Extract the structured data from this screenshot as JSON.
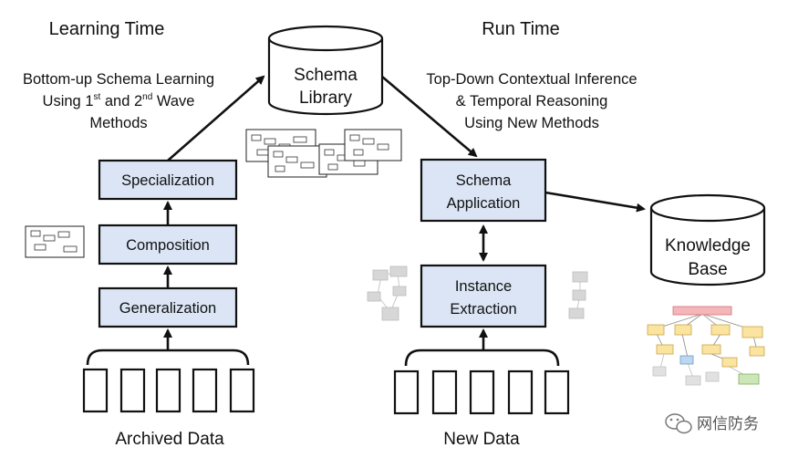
{
  "headers": {
    "learning_time": "Learning Time",
    "run_time": "Run Time"
  },
  "learning_desc": {
    "line1": "Bottom-up Schema Learning",
    "line2_pre": "Using 1",
    "line2_sup1": "st",
    "line2_mid": " and 2",
    "line2_sup2": "nd",
    "line2_post": " Wave",
    "line3": "Methods"
  },
  "runtime_desc": {
    "line1": "Top-Down Contextual Inference",
    "line2": "& Temporal Reasoning",
    "line3": "Using New Methods"
  },
  "schema_library": {
    "line1": "Schema",
    "line2": "Library"
  },
  "knowledge_base": {
    "line1": "Knowledge",
    "line2": "Base"
  },
  "learning_steps": {
    "specialization": "Specialization",
    "composition": "Composition",
    "generalization": "Generalization"
  },
  "runtime_steps": {
    "schema_application_l1": "Schema",
    "schema_application_l2": "Application",
    "instance_extraction_l1": "Instance",
    "instance_extraction_l2": "Extraction"
  },
  "data_labels": {
    "archived": "Archived Data",
    "new": "New Data"
  },
  "watermark": "网信防务",
  "colors": {
    "process_box": "#dbe5f5",
    "kb_bar_pink": "#f4b6b8",
    "kb_node_yellow": "#fbe3a0",
    "kb_node_blue": "#bcd7ee",
    "kb_node_green": "#cde6b8",
    "ghost_gray": "#d7d7d7"
  }
}
